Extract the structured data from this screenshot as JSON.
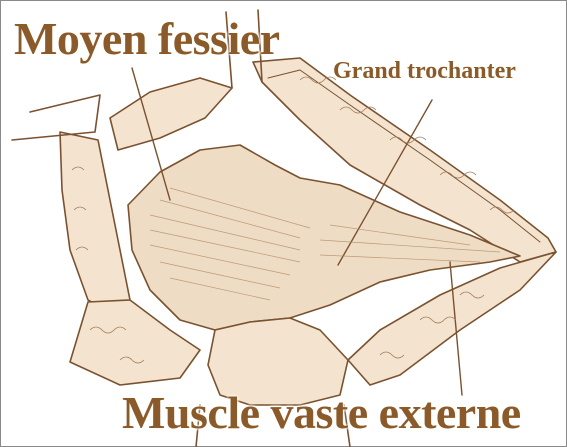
{
  "labels": {
    "moyen_fessier": "Moyen fessier",
    "grand_trochanter": "Grand trochanter",
    "muscle_vaste_externe": "Muscle vaste externe"
  },
  "colors": {
    "label_brown": "#8b5a2b",
    "line_ink": "#7a5230",
    "tissue_fill": "#f3e3cf",
    "muscle_fill": "#efdcc4",
    "background": "#ffffff"
  }
}
